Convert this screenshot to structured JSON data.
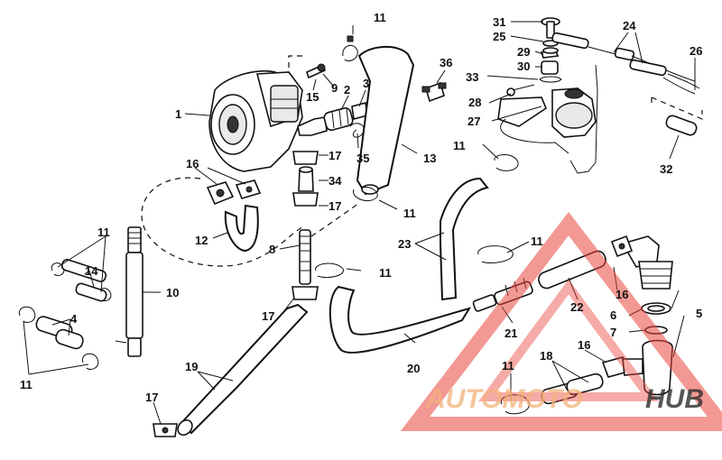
{
  "diagram": {
    "labels": [
      "1",
      "2",
      "3",
      "4",
      "5",
      "6",
      "7",
      "8",
      "9",
      "10",
      "11",
      "12",
      "13",
      "14",
      "15",
      "16",
      "17",
      "18",
      "19",
      "20",
      "21",
      "22",
      "23",
      "24",
      "25",
      "26",
      "27",
      "28",
      "29",
      "30",
      "31",
      "32",
      "33",
      "34",
      "35",
      "36"
    ],
    "watermark": {
      "brand_left": "AUTOMOTO",
      "brand_right": "HUB",
      "color_primary": "#e8453c",
      "color_secondary": "#f2b27a",
      "color_dark": "#2d2d2d"
    }
  }
}
